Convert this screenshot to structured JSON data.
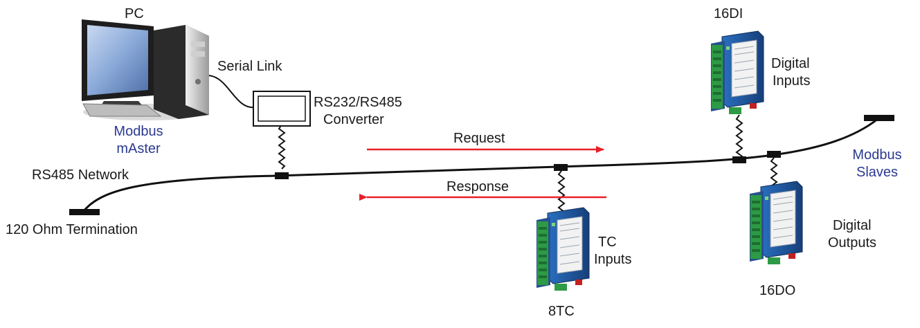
{
  "labels": {
    "pc": "PC",
    "serial_link": "Serial Link",
    "converter_line1": "RS232/RS485",
    "converter_line2": "Converter",
    "master_line1": "Modbus",
    "master_line2": "mAster",
    "network": "RS485 Network",
    "termination": "120 Ohm Termination",
    "request": "Request",
    "response": "Response",
    "di_model": "16DI",
    "di_line1": "Digital",
    "di_line2": "Inputs",
    "tc_model": "8TC",
    "tc_line1": "TC",
    "tc_line2": "Inputs",
    "do_model": "16DO",
    "do_line1": "Digital",
    "do_line2": "Outputs",
    "slaves_line1": "Modbus",
    "slaves_line2": "Slaves"
  },
  "colors": {
    "arrow": "#e8202a",
    "bus": "#111111",
    "modbus_text": "#2b3990",
    "module_body": "#1f5fa8",
    "terminal_green": "#3aa84a"
  },
  "icons": {
    "pc": "desktop-computer-icon",
    "converter": "converter-box-icon",
    "module": "din-rail-module-icon"
  }
}
